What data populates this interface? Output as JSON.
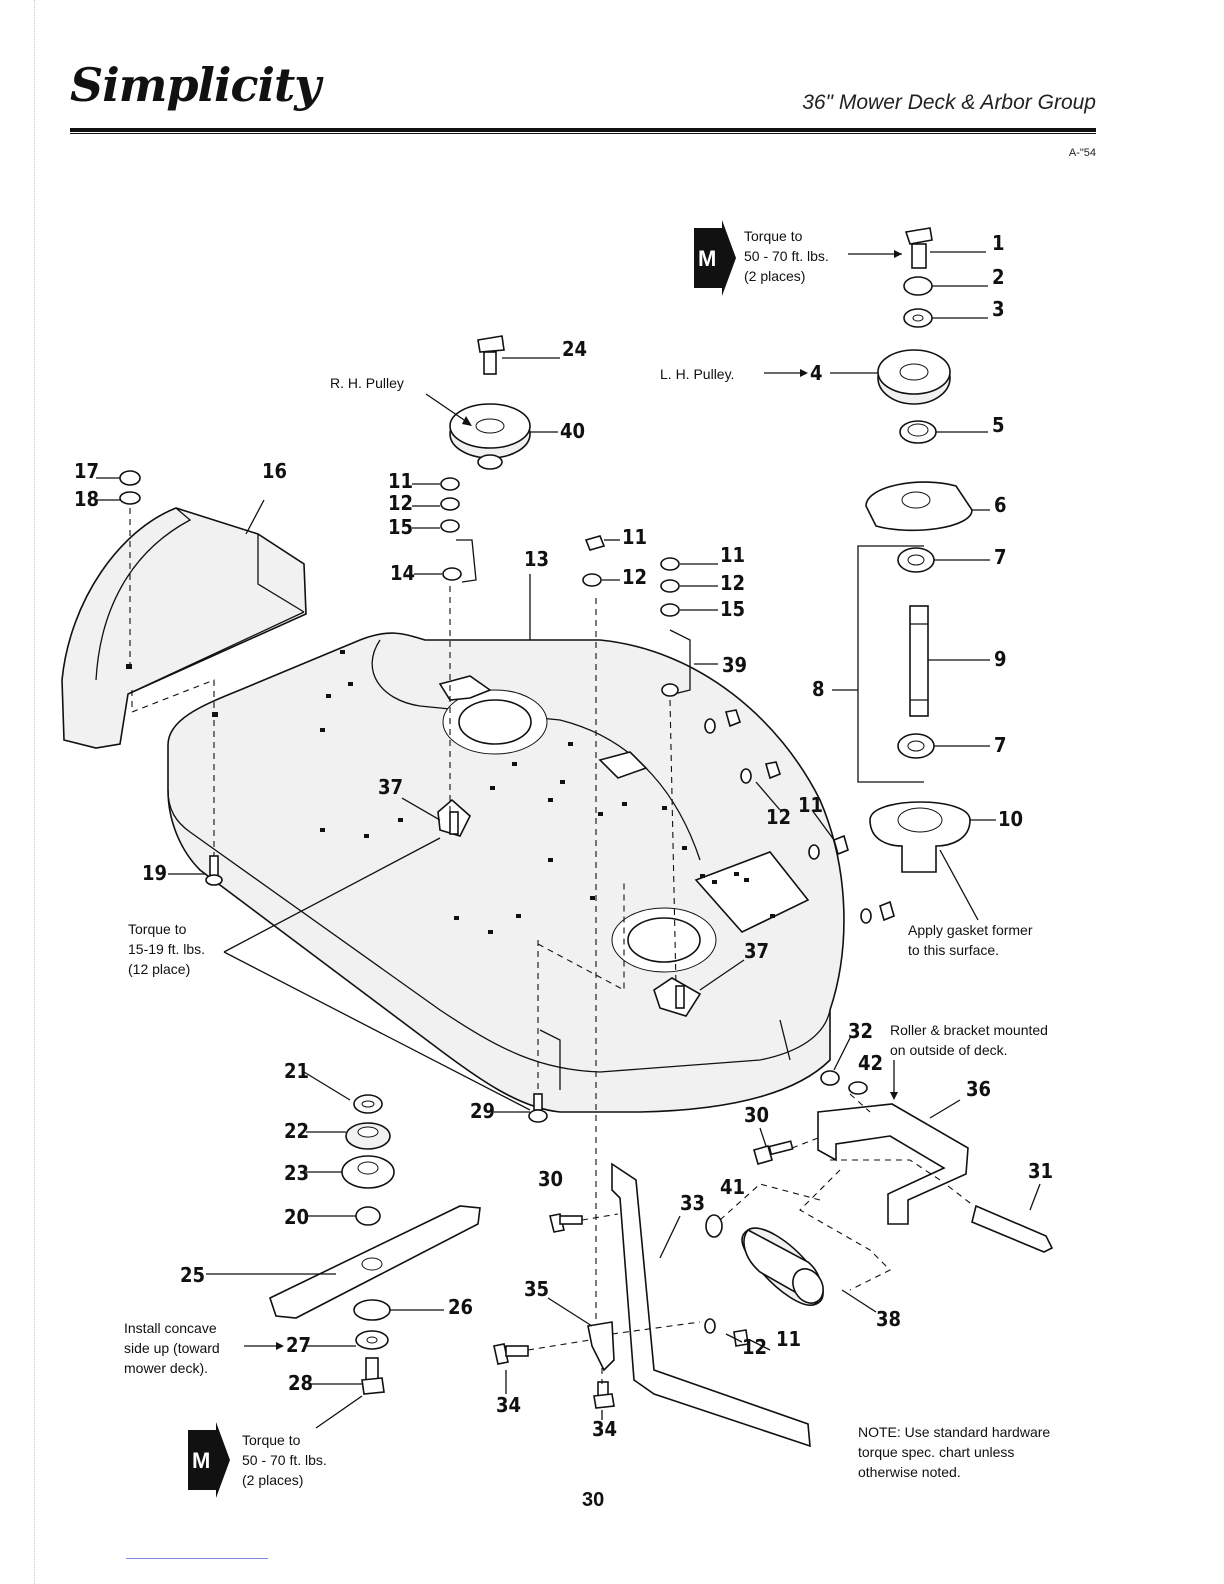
{
  "header": {
    "brand": "Simplicity",
    "title": "36\" Mower Deck & Arbor Group",
    "code": "A-\"54"
  },
  "torque_notes": {
    "top_badge": "M",
    "top_line1": "Torque to",
    "top_line2": "50 - 70 ft. lbs.",
    "top_line3": "(2 places)",
    "deck_line1": "Torque to",
    "deck_line2": "15-19 ft. lbs.",
    "deck_line3": "(12 place)",
    "bottom_badge": "M",
    "bottom_line1": "Torque to",
    "bottom_line2": "50 - 70 ft. lbs.",
    "bottom_line3": "(2 places)"
  },
  "labels": {
    "rh_pulley": "R. H. Pulley",
    "lh_pulley": "L. H. Pulley.",
    "gasket_line1": "Apply gasket former",
    "gasket_line2": "to this surface.",
    "roller_line1": "Roller & bracket mounted",
    "roller_line2": "on outside of deck.",
    "concave_line1": "Install concave",
    "concave_line2": "side up (toward",
    "concave_line3": "mower deck).",
    "note_line1": "NOTE: Use standard hardware",
    "note_line2": "torque spec. chart unless",
    "note_line3": "otherwise noted."
  },
  "callouts": {
    "c1": "1",
    "c2": "2",
    "c3": "3",
    "c4": "4",
    "c5": "5",
    "c6": "6",
    "c7a": "7",
    "c7b": "7",
    "c8": "8",
    "c9": "9",
    "c10": "10",
    "c11a": "11",
    "c11b": "11",
    "c11c": "11",
    "c11d": "11",
    "c11e": "11",
    "c12a": "12",
    "c12b": "12",
    "c12c": "12",
    "c12d": "12",
    "c12e": "12",
    "c13": "13",
    "c14": "14",
    "c15a": "15",
    "c15b": "15",
    "c16": "16",
    "c17": "17",
    "c18": "18",
    "c19": "19",
    "c20": "20",
    "c21": "21",
    "c22": "22",
    "c23": "23",
    "c24": "24",
    "c25": "25",
    "c26": "26",
    "c27": "27",
    "c28": "28",
    "c29": "29",
    "c30a": "30",
    "c30b": "30",
    "c31": "31",
    "c32": "32",
    "c33": "33",
    "c34a": "34",
    "c34b": "34",
    "c35": "35",
    "c36": "36",
    "c37a": "37",
    "c37b": "37",
    "c38": "38",
    "c39": "39",
    "c40": "40",
    "c41": "41",
    "c42": "42"
  },
  "page_number": "30"
}
